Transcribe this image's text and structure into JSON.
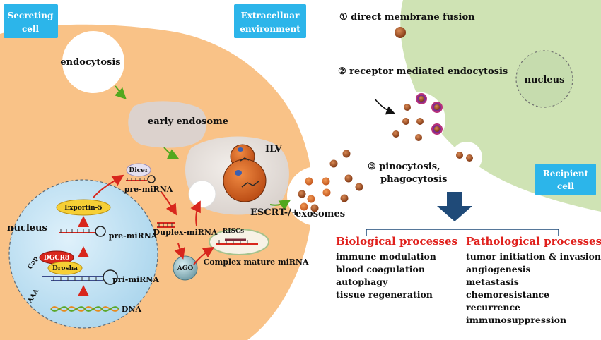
{
  "labels": {
    "secreting_cell": [
      "Secreting",
      "cell"
    ],
    "extracellular_env": [
      "Extracelluar",
      "environment"
    ],
    "recipient_cell": [
      "Recipient",
      "cell"
    ],
    "endocytosis": "endocytosis",
    "early_endosome": "early endosome",
    "ilv": "ILV",
    "escrt": "ESCRT-/+",
    "exosomes": "exosomes",
    "nucleus_secreting": "nucleus",
    "nucleus_recipient": "nucleus",
    "dicer": "Dicer",
    "pre_mirna_cyto": "pre-miRNA",
    "duplex_mirna": "Duplex-miRNA",
    "riscs": "RISCs",
    "ago": "AGO",
    "complex_mature_mirna": "Complex mature miRNA",
    "exportin5": "Exportin-5",
    "pre_mirna_nuc": "pre-miRNA",
    "dgcr8": "DGCR8",
    "drosha": "Drosha",
    "pri_mirna": "pri-miRNA",
    "dna": "DNA",
    "cap": "Cap",
    "poly_a": "AAA"
  },
  "uptake": {
    "direct_fusion": "① direct membrane fusion",
    "receptor_endocytosis": "② receptor mediated endocytosis",
    "pinocytosis": [
      "③ pinocytosis,",
      "phagocytosis"
    ]
  },
  "processes": {
    "biological_title": "Biological processes",
    "biological_items": [
      "immune modulation",
      "blood coagulation",
      "autophagy",
      "tissue regeneration"
    ],
    "pathological_title": "Pathological processes",
    "pathological_items": [
      "tumor initiation & invasion",
      "angiogenesis",
      "metastasis",
      "chemoresistance",
      "recurrence",
      "immunosuppression"
    ]
  },
  "colors": {
    "cell_fill": "#f9c287",
    "recipient_fill": "#cfe3b4",
    "label_box": "#2cb5ea",
    "red_header": "#e0201c",
    "arrow_red": "#d8261c",
    "arrow_green": "#52a81e",
    "down_arrow": "#1f4a78",
    "exosome": "#9c4a1f"
  }
}
